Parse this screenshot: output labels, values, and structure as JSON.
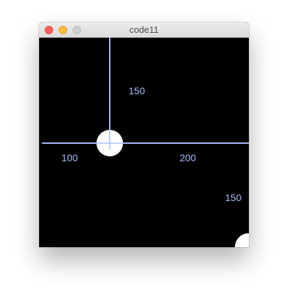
{
  "window": {
    "title": "code11",
    "controls": {
      "close": "close",
      "minimize": "minimize",
      "zoom": "zoom"
    }
  },
  "canvas": {
    "background": "#000000",
    "line_color": "#a9bdfc",
    "label_color": "#a9bdfc",
    "circle_fill": "#ffffff",
    "labels": {
      "vertical_top": "150",
      "horizontal_left": "100",
      "horizontal_right": "200",
      "bottom_right": "150"
    }
  }
}
